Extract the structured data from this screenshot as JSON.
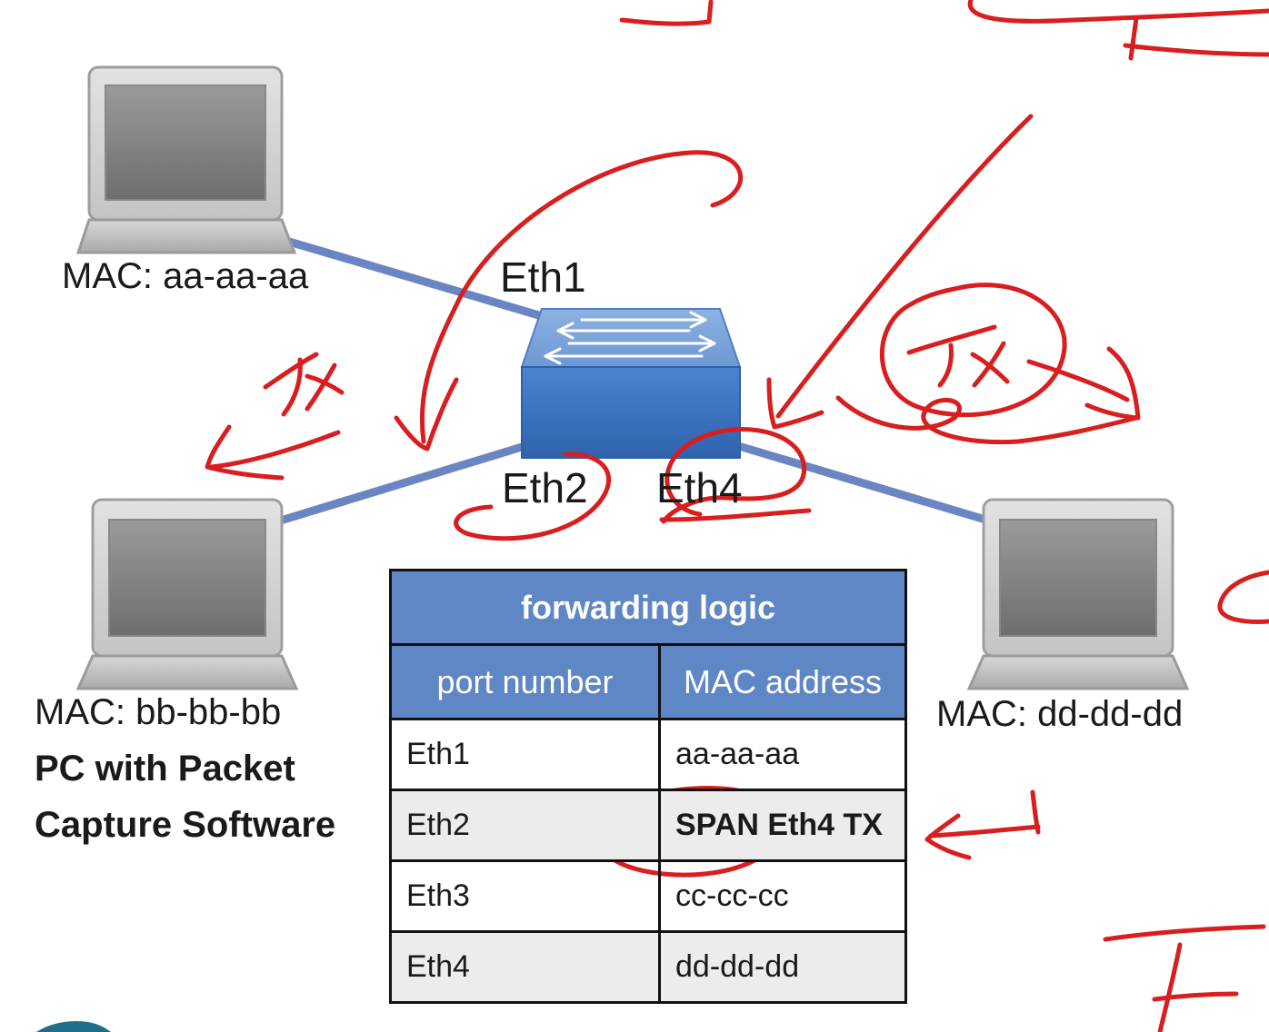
{
  "hosts": {
    "a": {
      "mac_label": "MAC: aa-aa-aa"
    },
    "b": {
      "mac_label": "MAC: bb-bb-bb",
      "role_line1": "PC with Packet",
      "role_line2": "Capture Software"
    },
    "d": {
      "mac_label": "MAC: dd-dd-dd"
    }
  },
  "switch_ports": {
    "eth1": "Eth1",
    "eth2": "Eth2",
    "eth4": "Eth4"
  },
  "table": {
    "title": "forwarding logic",
    "headers": [
      "port number",
      "MAC address"
    ],
    "rows": [
      {
        "port": "Eth1",
        "mac": "aa-aa-aa"
      },
      {
        "port": "Eth2",
        "mac": "SPAN Eth4 TX"
      },
      {
        "port": "Eth3",
        "mac": "cc-cc-cc"
      },
      {
        "port": "Eth4",
        "mac": "dd-dd-dd"
      }
    ]
  },
  "annotations": {
    "tx_left": "TX",
    "tx_right": "TX"
  },
  "colors": {
    "link": "#6a86c2",
    "switch_top": "#6f97d3",
    "switch_front": "#3f74bf",
    "table_header": "#5f87c6",
    "ink": "#d81e1e"
  }
}
